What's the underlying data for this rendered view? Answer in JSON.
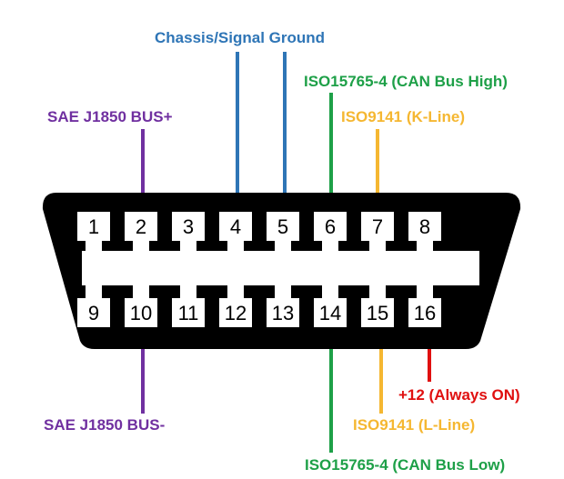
{
  "colors": {
    "ground": "#2e75b6",
    "can": "#1ea048",
    "kline": "#f5b731",
    "j1850": "#7030a0",
    "power": "#e01010",
    "connector": "#000000",
    "pin": "#ffffff"
  },
  "labels": {
    "chassis_signal_ground": "Chassis/Signal Ground",
    "can_high": "ISO15765-4 (CAN Bus High)",
    "j1850_plus": "SAE J1850 BUS+",
    "kline": "ISO9141 (K-Line)",
    "power": "+12 (Always ON)",
    "j1850_minus": "SAE J1850 BUS-",
    "lline": "ISO9141 (L-Line)",
    "can_low": "ISO15765-4 (CAN Bus Low)"
  },
  "pins": {
    "top": [
      "1",
      "2",
      "3",
      "4",
      "5",
      "6",
      "7",
      "8"
    ],
    "bottom": [
      "9",
      "10",
      "11",
      "12",
      "13",
      "14",
      "15",
      "16"
    ]
  }
}
